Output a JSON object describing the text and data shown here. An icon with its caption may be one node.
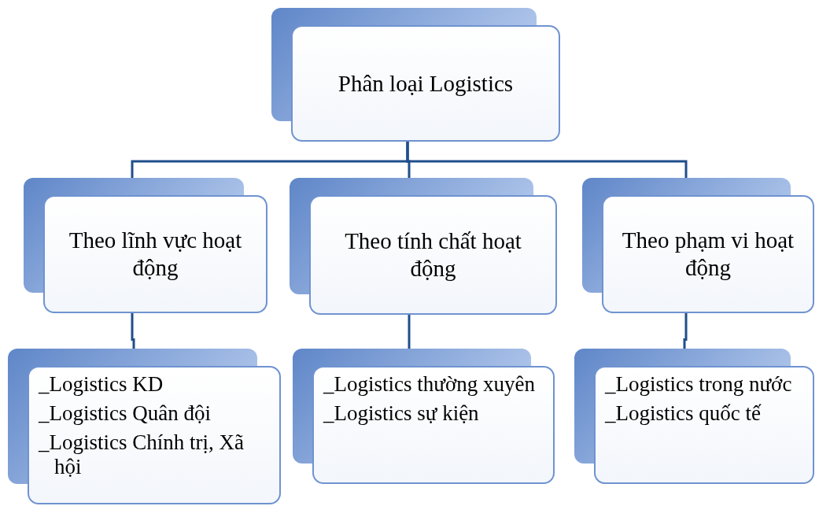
{
  "diagram": {
    "nodes": [
      {
        "text": [
          "Phân loại Logistics"
        ]
      },
      {
        "text": [
          "Theo lĩnh vực hoạt động"
        ]
      },
      {
        "text": [
          "Theo tính chất hoạt động"
        ]
      },
      {
        "text": [
          "Theo phạm vi hoạt động"
        ]
      },
      {
        "text": [
          "_Logistics KD",
          "_Logistics Quân đội",
          "_Logistics Chính trị, Xã hội"
        ]
      },
      {
        "text": [
          "_Logistics thường xuyên",
          "_Logistics sự kiện"
        ]
      },
      {
        "text": [
          "_Logistics trong nước",
          "_Logistics quốc tế"
        ]
      }
    ],
    "edges": [
      {
        "from": 0,
        "to": 1,
        "arrow": "none"
      },
      {
        "from": 0,
        "to": 2,
        "arrow": "none"
      },
      {
        "from": 0,
        "to": 3,
        "arrow": "none"
      },
      {
        "from": 1,
        "to": 4,
        "arrow": "none"
      },
      {
        "from": 2,
        "to": 5,
        "arrow": "none"
      },
      {
        "from": 3,
        "to": 6,
        "arrow": "none"
      }
    ]
  }
}
